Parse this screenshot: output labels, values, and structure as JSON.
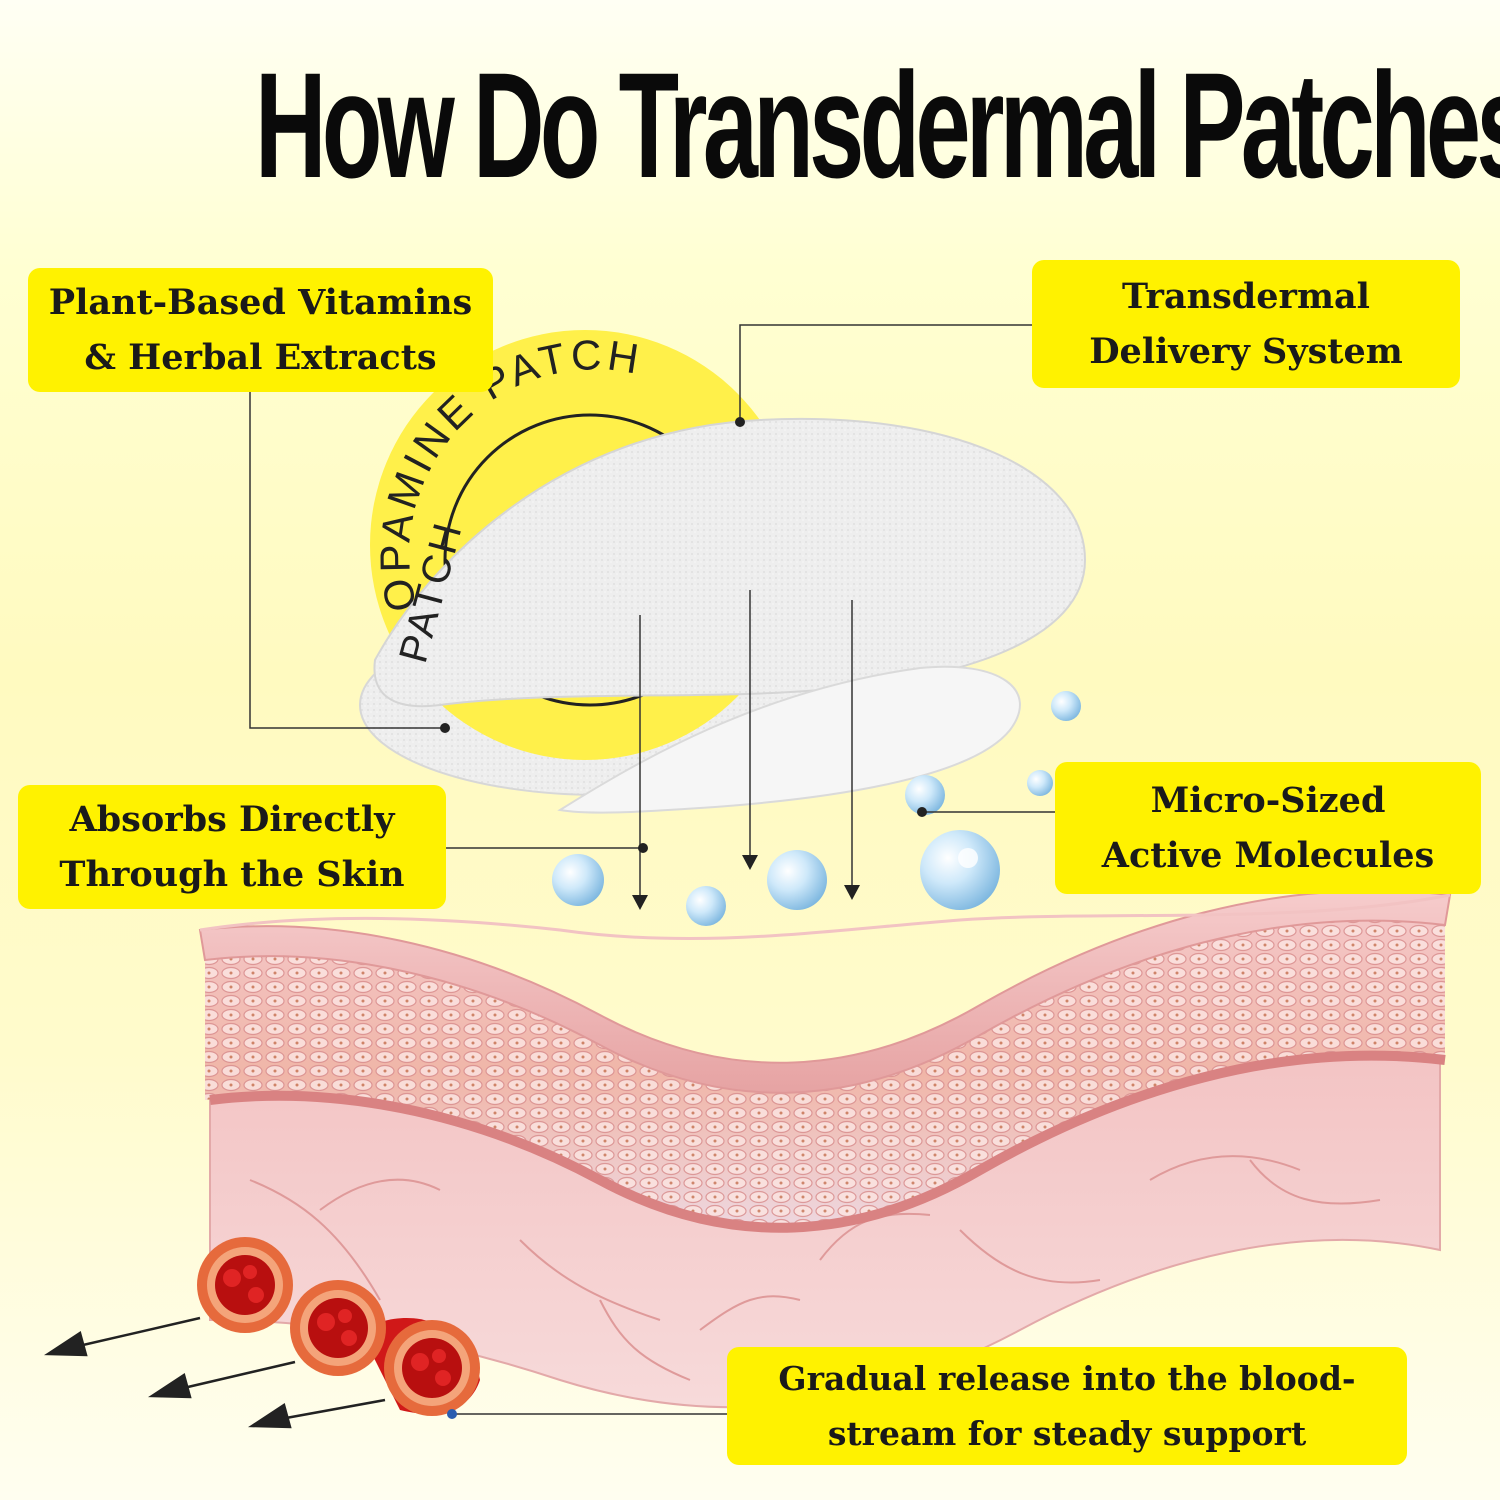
{
  "title": "How Do Transdermal Patches Work?",
  "patch_print": {
    "arc_text": "DOPAMINE PATCH",
    "side_text": "PATCH"
  },
  "labels": {
    "plant": {
      "line1": "Plant-Based Vitamins",
      "line2": "& Herbal Extracts"
    },
    "delivery": {
      "line1": "Transdermal",
      "line2": "Delivery System"
    },
    "absorbs": {
      "line1": "Absorbs Directly",
      "line2": "Through the Skin"
    },
    "micro": {
      "line1": "Micro-Sized",
      "line2": "Active Molecules"
    },
    "gradual": {
      "line1": "Gradual release into the blood-",
      "line2": "stream for steady support"
    }
  },
  "colors": {
    "label_bg": "#fff200",
    "patch_yellow": "#fff04a",
    "skin_top": "#e9a7a7",
    "blood_red": "#d01818"
  }
}
